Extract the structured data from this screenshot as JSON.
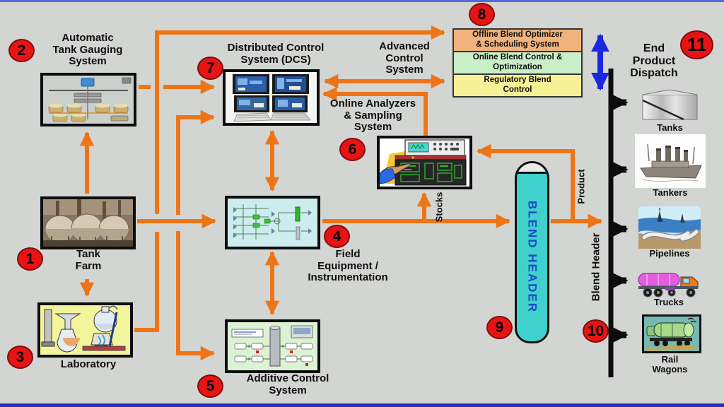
{
  "badges": [
    "1",
    "2",
    "3",
    "4",
    "5",
    "6",
    "7",
    "8",
    "9",
    "10",
    "11"
  ],
  "nodes": {
    "atg": {
      "label": "Automatic\nTank Gauging\nSystem"
    },
    "tank_farm": {
      "label": "Tank\nFarm"
    },
    "laboratory": {
      "label": "Laboratory"
    },
    "dcs": {
      "label": "Distributed Control\nSystem (DCS)"
    },
    "advanced_control": {
      "label": "Advanced\nControl\nSystem"
    },
    "analyzers": {
      "label": "Online Analyzers\n& Sampling\nSystem"
    },
    "field_equipment": {
      "label": "Field\nEquipment /\nInstrumentation"
    },
    "additive": {
      "label": "Additive Control\nSystem"
    },
    "blend_header_vessel": {
      "label": "BLEND HEADER"
    },
    "blend_header_line": {
      "label": "Blend Header"
    },
    "product_line": {
      "label": "Product"
    },
    "stocks_line": {
      "label": "Stocks"
    },
    "end_product": {
      "label": "End\nProduct\nDispatch"
    }
  },
  "optimizer_stack": {
    "rows": [
      {
        "label": "Offline Blend Optimizer\n& Scheduling System",
        "color": "#f1b37c"
      },
      {
        "label": "Online Blend Control &\nOptimization",
        "color": "#c9efc9"
      },
      {
        "label": "Regulatory Blend\nControl",
        "color": "#f6f096"
      }
    ]
  },
  "dispatch": {
    "items": [
      {
        "label": "Tanks"
      },
      {
        "label": "Tankers"
      },
      {
        "label": "Pipelines"
      },
      {
        "label": "Trucks"
      },
      {
        "label": "Rail\nWagons"
      }
    ]
  },
  "colors": {
    "background": "#d3d5d2",
    "arrow_orange": "#ee7517",
    "badge_red": "#e81414",
    "blend_header_fill": "#3fd2cc",
    "blend_header_text": "#1d49c8",
    "dispatch_line_black": "#0d0d0d",
    "feedback_arrow_blue": "#1a28e0"
  }
}
